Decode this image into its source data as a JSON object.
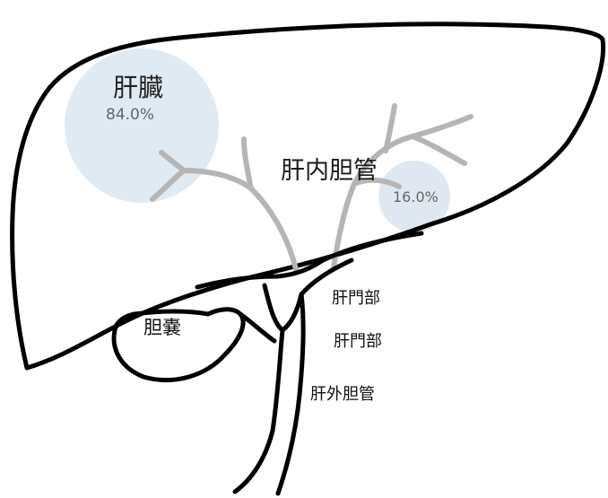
{
  "labels": {
    "liver": "肝臓",
    "intrahepatic_bile_duct": "肝内胆管",
    "gallbladder": "胆嚢",
    "hepatic_hilum_1": "肝門部",
    "hepatic_hilum_2": "肝門部",
    "extrahepatic_bile_duct": "肝外胆管"
  },
  "values": {
    "liver_share": "84.0%",
    "intrahepatic_share": "16.0%"
  },
  "colors": {
    "outline": "#000000",
    "bubble": "#dbe6f0",
    "intrahepatic_ducts": "#b5b5b5",
    "percent_text": "#666666"
  }
}
